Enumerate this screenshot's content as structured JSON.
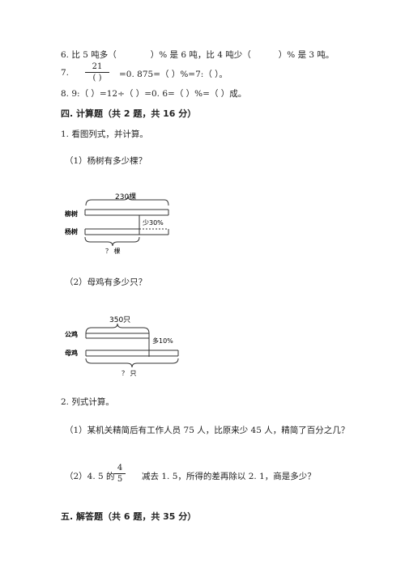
{
  "q6": {
    "part1": "6. 比 5 吨多（",
    "part2": "）% 是 6 吨，比 4 吨少（",
    "part3": "）% 是 3 吨。"
  },
  "q7": {
    "num": "7.",
    "frac_top": "21",
    "frac_bottom": "(     )",
    "rest": "=0. 875=（        ）%=7:（        ）。"
  },
  "q8": {
    "text": "8. 9:（        ）=12÷（        ）=0. 6=（        ）%=（        ）成。"
  },
  "section4": {
    "title": "四. 计算题（共 2 题，共 16 分）"
  },
  "q4_1": {
    "title": "1. 看图列式，并计算。",
    "sub1": "（1）杨树有多少棵？",
    "diagram1": {
      "total": "230棵",
      "row1": "柳树",
      "row2": "杨树",
      "diff": "少30%",
      "unknown": "？ 棵"
    },
    "sub2": "（2）母鸡有多少只？",
    "diagram2": {
      "total": "350只",
      "row1": "公鸡",
      "row2": "母鸡",
      "diff": "多10%",
      "unknown": "？ 只"
    }
  },
  "q4_2": {
    "title": "2. 列式计算。",
    "sub1": "（1）某机关精简后有工作人员 75 人，比原来少 45 人，精简了百分之几？",
    "sub2_a": "（2）4. 5 的",
    "frac_top": "4",
    "frac_bottom": "5",
    "sub2_b": "减去 1. 5，所得的差再除以 2. 1，商是多少？"
  },
  "section5": {
    "title": "五. 解答题（共 6 题，共 35 分）"
  }
}
